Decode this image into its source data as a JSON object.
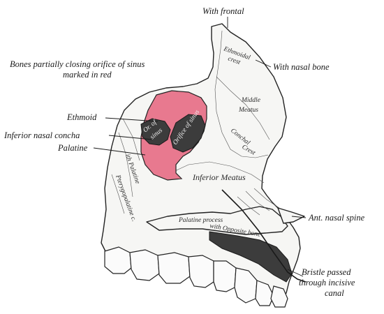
{
  "colors": {
    "sinus_highlight": "#e8798f",
    "line": "#1a1a1a",
    "bone_fill": "#f6f6f4"
  },
  "labels": {
    "with_frontal": "With frontal",
    "bones_partially_closing_1": "Bones partially closing orifice of sinus",
    "bones_partially_closing_2": "marked in red",
    "with_nasal_bone": "With nasal bone",
    "ethmoid": "Ethmoid",
    "inferior_nasal_concha": "Inferior nasal concha",
    "palatine": "Palatine",
    "ant_nasal_spine": "Ant. nasal spine",
    "bristle_1": "Bristle passed",
    "bristle_2": "through incisive",
    "bristle_3": "canal"
  },
  "inner_labels": {
    "ethmoidal_crest_1": "Ethmoidal",
    "ethmoidal_crest_2": "crest",
    "middle_meatus_1": "Middle",
    "middle_meatus_2": "Meatus",
    "conchal_crest_1": "Conchal",
    "conchal_crest_2": "Crest",
    "orifice_of_sinus_1": "Or. of",
    "orifice_of_sinus_2": "sinus",
    "orifice_of_sinus_3": "Orifice of sinus",
    "inferior_meatus": "Inferior Meatus",
    "palatine_process": "Palatine process",
    "with_opposite_bone": "with Opposite bone",
    "with_palatine": "ith Palatine",
    "pterygopalatine": "Pterygopalatine c."
  }
}
